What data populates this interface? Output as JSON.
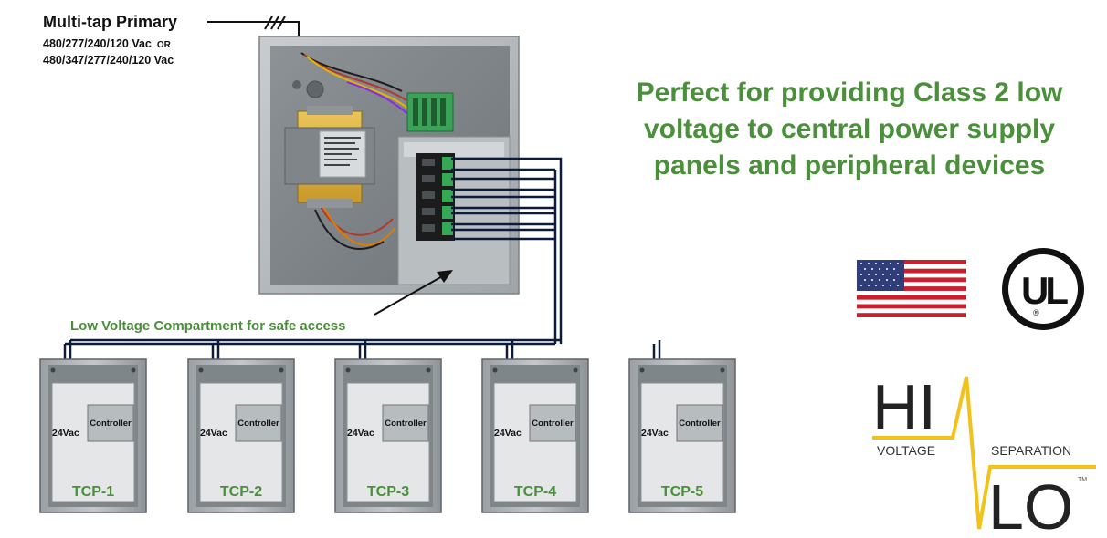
{
  "colors": {
    "accent_green": "#4a8f3a",
    "wire": "#0d1b3d",
    "panel_gray": "#cfd3d6",
    "hilo_yellow": "#f2c21b"
  },
  "primary": {
    "title": "Multi-tap Primary",
    "line1_main": "480/277/240/120 Vac",
    "line1_or": "OR",
    "line2": "480/347/277/240/120 Vac"
  },
  "tagline": {
    "lines": [
      "Perfect for providing Class 2 low",
      "voltage to central power supply",
      "panels and peripheral devices"
    ]
  },
  "callout": {
    "low_voltage": "Low Voltage Compartment for safe access"
  },
  "panels": [
    {
      "label": "TCP-1",
      "controller": "Controller",
      "voltage": "24Vac"
    },
    {
      "label": "TCP-2",
      "controller": "Controller",
      "voltage": "24Vac"
    },
    {
      "label": "TCP-3",
      "controller": "Controller",
      "voltage": "24Vac"
    },
    {
      "label": "TCP-4",
      "controller": "Controller",
      "voltage": "24Vac"
    },
    {
      "label": "TCP-5",
      "controller": "Controller",
      "voltage": "24Vac"
    }
  ],
  "logos": {
    "flag_icon": "us-flag-icon",
    "ul_text": "UL",
    "ul_registered": "®",
    "hilo": {
      "hi": "HI",
      "voltage": "VOLTAGE",
      "separation": "SEPARATION",
      "lo": "LO",
      "tm": "TM"
    }
  }
}
